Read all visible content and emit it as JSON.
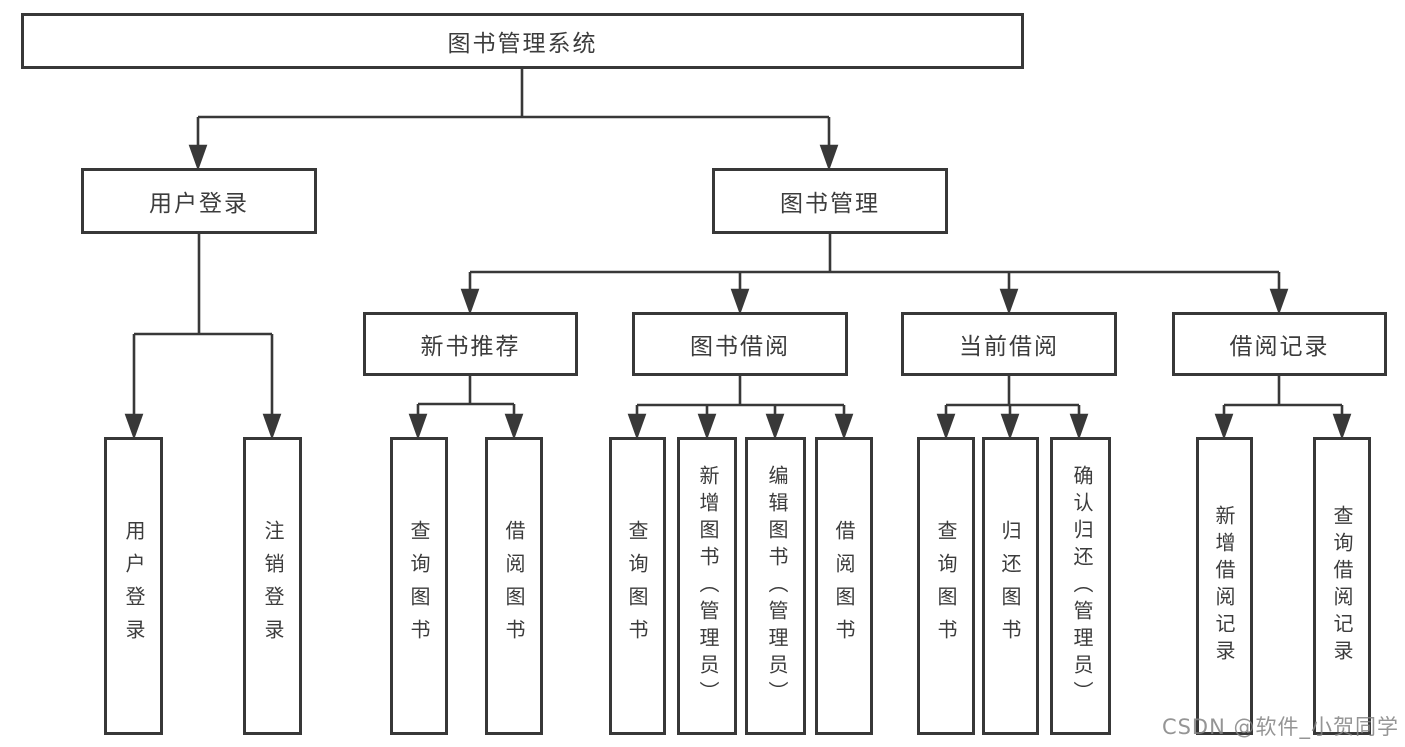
{
  "diagram": {
    "root": {
      "label": "图书管理系统",
      "children": [
        {
          "label": "用户登录",
          "children": [
            {
              "label": "用户登录"
            },
            {
              "label": "注销登录"
            }
          ]
        },
        {
          "label": "图书管理",
          "children": [
            {
              "label": "新书推荐",
              "children": [
                {
                  "label": "查询图书"
                },
                {
                  "label": "借阅图书"
                }
              ]
            },
            {
              "label": "图书借阅",
              "children": [
                {
                  "label": "查询图书"
                },
                {
                  "label": "新增图书（管理员）"
                },
                {
                  "label": "编辑图书（管理员）"
                },
                {
                  "label": "借阅图书"
                }
              ]
            },
            {
              "label": "当前借阅",
              "children": [
                {
                  "label": "查询图书"
                },
                {
                  "label": "归还图书"
                },
                {
                  "label": "确认归还（管理员）"
                }
              ]
            },
            {
              "label": "借阅记录",
              "children": [
                {
                  "label": "新增借阅记录"
                },
                {
                  "label": "查询借阅记录"
                }
              ]
            }
          ]
        }
      ]
    }
  },
  "watermark": {
    "text": "CSDN @软件_小贺同学"
  },
  "colors": {
    "line": "#383838",
    "text": "#3c3c3c",
    "watermark": "#828282",
    "background": "#ffffff"
  }
}
